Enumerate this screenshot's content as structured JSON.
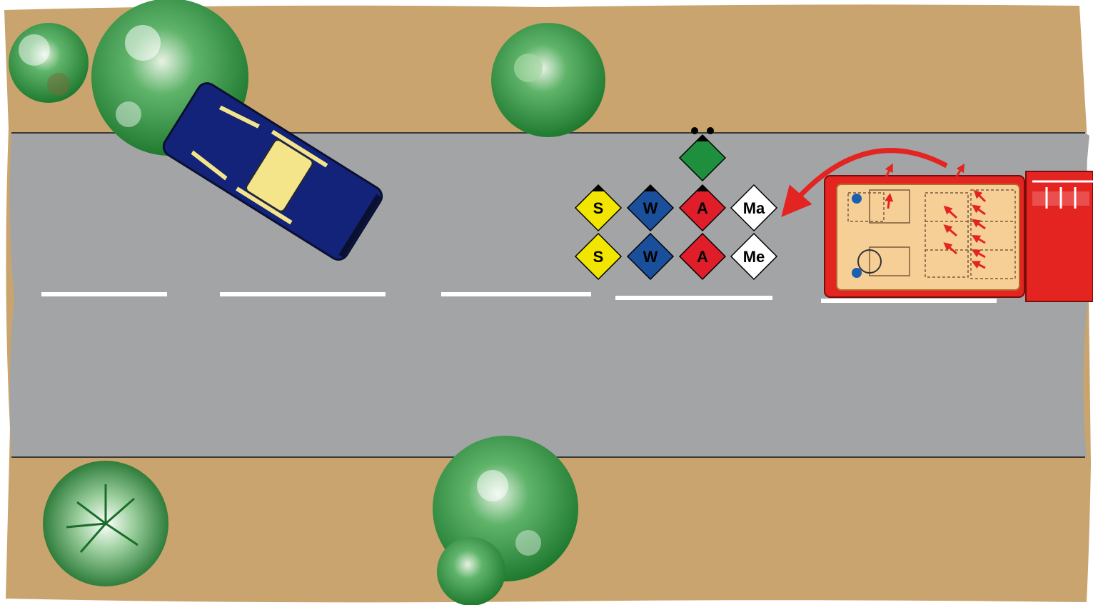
{
  "diagram": {
    "roles": [
      {
        "label": "",
        "color": "#1e8f3c",
        "text_color": "#000000",
        "leader": true,
        "role": "unit-leader"
      },
      {
        "label": "S",
        "color": "#f2e600",
        "text_color": "#000000",
        "leader": true,
        "role": "hose-squad-leader"
      },
      {
        "label": "W",
        "color": "#1a4f9c",
        "text_color": "#000000",
        "leader": true,
        "role": "water-squad-leader"
      },
      {
        "label": "A",
        "color": "#e01e2a",
        "text_color": "#000000",
        "leader": true,
        "role": "attack-squad-leader"
      },
      {
        "label": "Ma",
        "color": "#ffffff",
        "text_color": "#000000",
        "leader": false,
        "role": "machinist"
      },
      {
        "label": "S",
        "color": "#f2e600",
        "text_color": "#000000",
        "leader": false,
        "role": "hose-squad-member"
      },
      {
        "label": "W",
        "color": "#1a4f9c",
        "text_color": "#000000",
        "leader": false,
        "role": "water-squad-member"
      },
      {
        "label": "A",
        "color": "#e01e2a",
        "text_color": "#000000",
        "leader": false,
        "role": "attack-squad-member"
      },
      {
        "label": "Me",
        "color": "#ffffff",
        "text_color": "#000000",
        "leader": false,
        "role": "messenger"
      }
    ],
    "colors": {
      "ground": "#c9a46e",
      "road": "#a2a4a6",
      "lane_marking": "#ffffff",
      "tree": "#2f8a3a",
      "car_body": "#13237a",
      "car_glass": "#f5e58a",
      "truck_body": "#e42420",
      "truck_interior": "#f6cf97",
      "arrow": "#e42420"
    },
    "icons": [
      "car-icon",
      "fire-truck-icon",
      "tree-icon",
      "curved-arrow-icon"
    ]
  }
}
